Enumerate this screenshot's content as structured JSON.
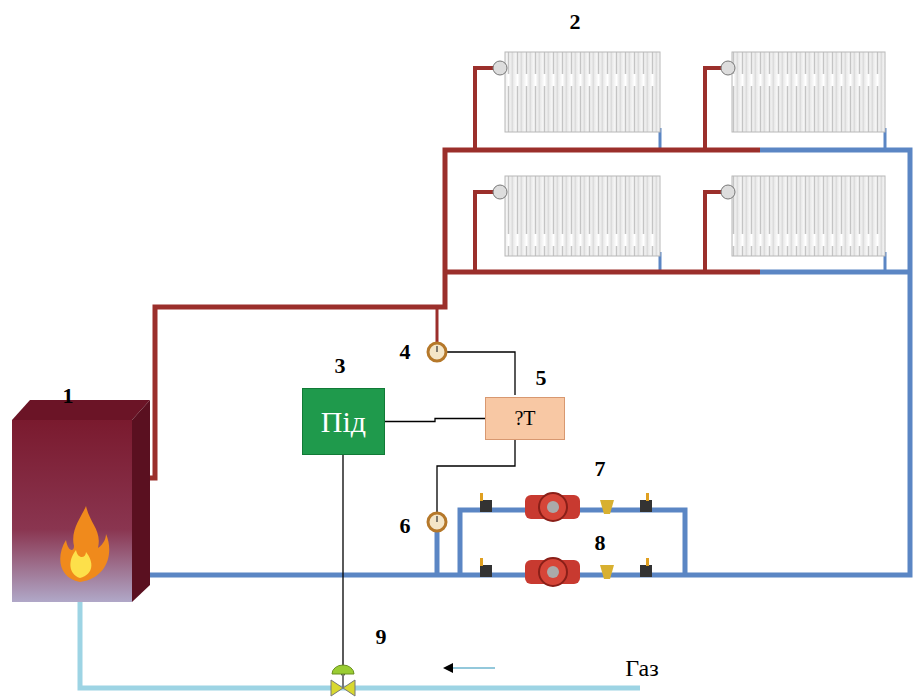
{
  "diagram": {
    "nodes": [
      {
        "text": [
          "Під"
        ]
      },
      {
        "text": [
          "?T"
        ]
      }
    ],
    "edges": [
      {
        "from": 1,
        "to": 0,
        "arrow": "none"
      }
    ],
    "labels": [
      "1",
      "2",
      "3",
      "4",
      "5",
      "6",
      "7",
      "8",
      "9",
      "Газ"
    ]
  }
}
